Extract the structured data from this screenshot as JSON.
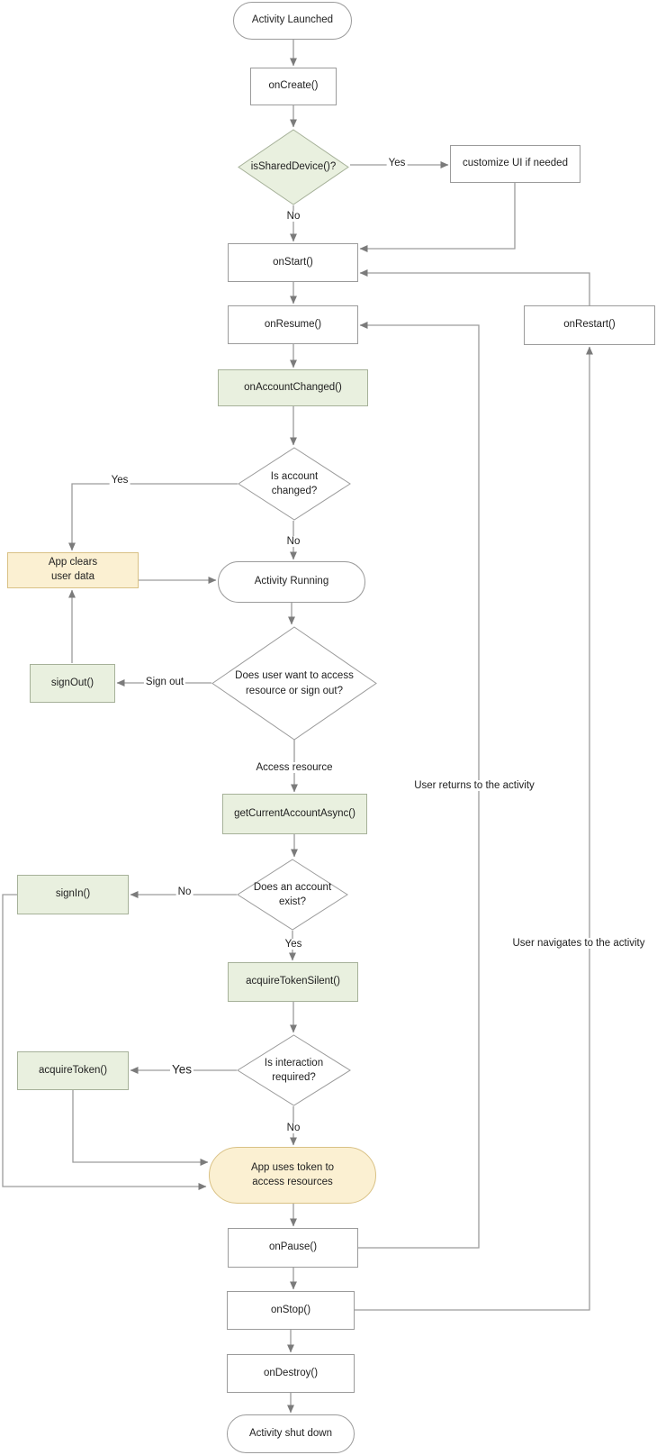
{
  "diagram": {
    "type": "flowchart",
    "nodes": {
      "activity_launched": "Activity Launched",
      "on_create": "onCreate()",
      "is_shared_device": "isSharedDevice()?",
      "customize_ui": "customize UI if needed",
      "on_start": "onStart()",
      "on_resume": "onResume()",
      "on_restart": "onRestart()",
      "on_account_changed": "onAccountChanged()",
      "is_account_changed": "Is account\nchanged?",
      "app_clears_user_data": "App clears\nuser data",
      "activity_running": "Activity Running",
      "sign_out_fn": "signOut()",
      "does_user_want": "Does user want to access\nresource or sign out?",
      "get_current_account_async": "getCurrentAccountAsync()",
      "does_account_exist": "Does an account\nexist?",
      "sign_in_fn": "signIn()",
      "acquire_token_silent": "acquireTokenSilent()",
      "is_interaction_required": "Is interaction\nrequired?",
      "acquire_token": "acquireToken()",
      "app_uses_token": "App uses token to\naccess resources",
      "on_pause": "onPause()",
      "on_stop": "onStop()",
      "on_destroy": "onDestroy()",
      "activity_shut_down": "Activity shut down"
    },
    "edge_labels": {
      "yes_shared_device": "Yes",
      "no_shared_device": "No",
      "yes_account_changed": "Yes",
      "no_account_changed": "No",
      "sign_out": "Sign out",
      "access_resource": "Access resource",
      "no_account_exist": "No",
      "yes_account_exist": "Yes",
      "yes_interaction": "Yes",
      "no_interaction": "No",
      "user_returns": "User returns to the activity",
      "user_navigates": "User navigates to the activity"
    },
    "edges": [
      {
        "from": "Activity Launched",
        "to": "onCreate()"
      },
      {
        "from": "onCreate()",
        "to": "isSharedDevice()?"
      },
      {
        "from": "isSharedDevice()?",
        "to": "customize UI if needed",
        "label": "Yes"
      },
      {
        "from": "isSharedDevice()?",
        "to": "onStart()",
        "label": "No"
      },
      {
        "from": "customize UI if needed",
        "to": "onStart()"
      },
      {
        "from": "onRestart()",
        "to": "onStart()"
      },
      {
        "from": "onStart()",
        "to": "onResume()"
      },
      {
        "from": "onPause()",
        "to": "onResume()",
        "label": "User returns to the activity"
      },
      {
        "from": "onResume()",
        "to": "onAccountChanged()"
      },
      {
        "from": "onAccountChanged()",
        "to": "Is account changed?"
      },
      {
        "from": "Is account changed?",
        "to": "App clears user data",
        "label": "Yes"
      },
      {
        "from": "Is account changed?",
        "to": "Activity Running",
        "label": "No"
      },
      {
        "from": "App clears user data",
        "to": "Activity Running"
      },
      {
        "from": "signOut()",
        "to": "App clears user data"
      },
      {
        "from": "Activity Running",
        "to": "Does user want to access resource or sign out?"
      },
      {
        "from": "Does user want to access resource or sign out?",
        "to": "signOut()",
        "label": "Sign out"
      },
      {
        "from": "Does user want to access resource or sign out?",
        "to": "getCurrentAccountAsync()",
        "label": "Access resource"
      },
      {
        "from": "getCurrentAccountAsync()",
        "to": "Does an account exist?"
      },
      {
        "from": "Does an account exist?",
        "to": "signIn()",
        "label": "No"
      },
      {
        "from": "Does an account exist?",
        "to": "acquireTokenSilent()",
        "label": "Yes"
      },
      {
        "from": "signIn()",
        "to": "App uses token to access resources"
      },
      {
        "from": "acquireTokenSilent()",
        "to": "Is interaction required?"
      },
      {
        "from": "Is interaction required?",
        "to": "acquireToken()",
        "label": "Yes"
      },
      {
        "from": "Is interaction required?",
        "to": "App uses token to access resources",
        "label": "No"
      },
      {
        "from": "acquireToken()",
        "to": "App uses token to access resources"
      },
      {
        "from": "App uses token to access resources",
        "to": "onPause()"
      },
      {
        "from": "onPause()",
        "to": "onStop()"
      },
      {
        "from": "onStop()",
        "to": "onRestart()",
        "label": "User navigates to the activity"
      },
      {
        "from": "onStop()",
        "to": "onDestroy()"
      },
      {
        "from": "onDestroy()",
        "to": "Activity shut down"
      }
    ],
    "colors": {
      "green_fill": "#E9F0DF",
      "green_border": "#A6B199",
      "yellow_fill": "#FBF0D2",
      "yellow_border": "#D9C185",
      "line": "#9C9C9C",
      "arrow": "#7B7B7B",
      "box_border": "#9B9B9B",
      "text": "#212121"
    }
  }
}
